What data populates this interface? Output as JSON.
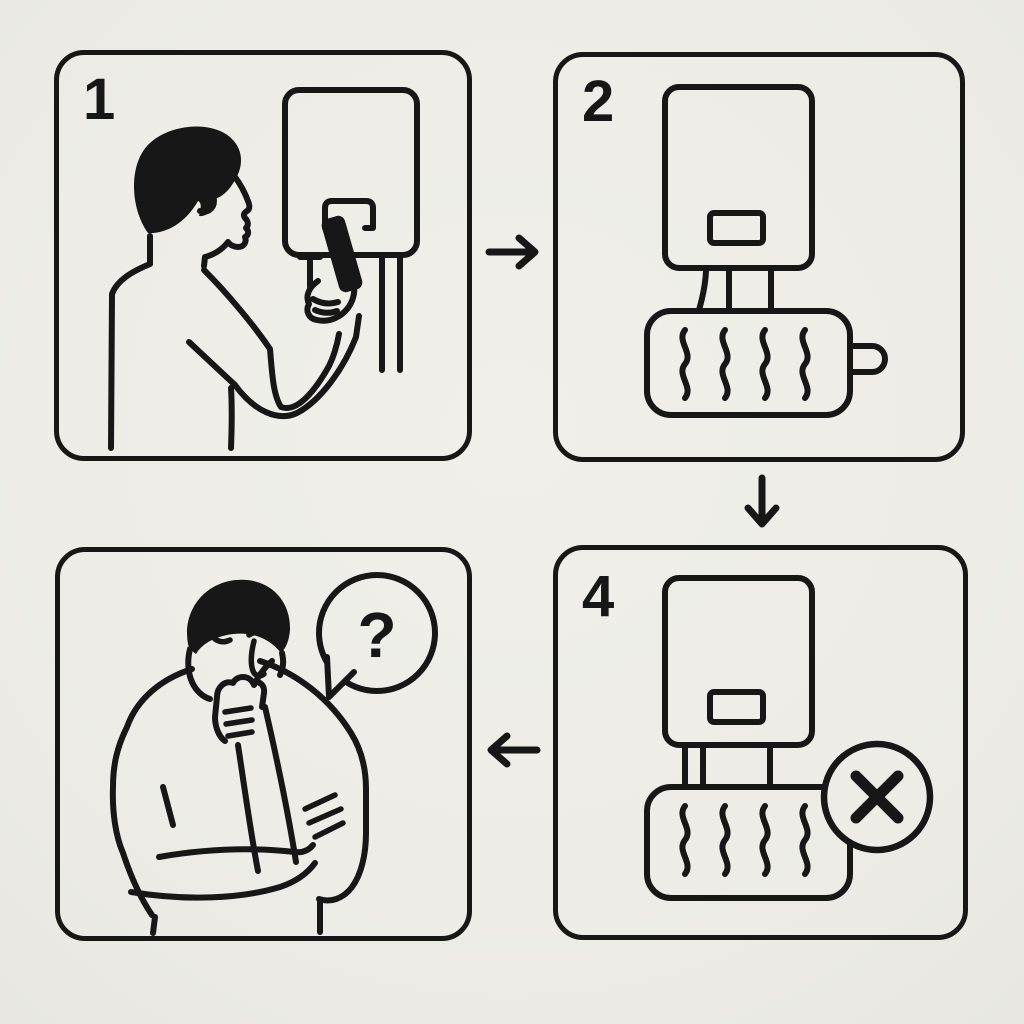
{
  "diagram": {
    "background_color": "#edece7",
    "line_color": "#171717",
    "panels": [
      {
        "id": "step-1",
        "number": "1",
        "label": "person checking wall-mounted boiler with smartphone",
        "icons": [
          "person-profile",
          "smartphone",
          "wall-boiler",
          "boiler-slot",
          "boiler-pipes"
        ]
      },
      {
        "id": "step-2",
        "number": "2",
        "label": "boiler connected to radiator giving off heat",
        "icons": [
          "wall-boiler",
          "boiler-display",
          "connection-pipes",
          "radiator",
          "heat-waves",
          "radiator-valve"
        ]
      },
      {
        "id": "step-4",
        "number": "4",
        "label": "boiler and radiator not heating, error cross",
        "icons": [
          "wall-boiler",
          "boiler-display",
          "connection-pipes",
          "radiator",
          "heat-waves",
          "error-cross-badge"
        ]
      },
      {
        "id": "step-question",
        "number": "",
        "bubble_text": "?",
        "label": "person thinking with question-mark speech bubble",
        "icons": [
          "person-thinking",
          "speech-bubble",
          "question-mark"
        ]
      }
    ],
    "arrows": [
      {
        "id": "arrow-1",
        "direction": "right",
        "from": "step-1",
        "to": "step-2"
      },
      {
        "id": "arrow-2",
        "direction": "down",
        "from": "step-2",
        "to": "step-4"
      },
      {
        "id": "arrow-3",
        "direction": "left",
        "from": "step-4",
        "to": "step-question"
      }
    ]
  }
}
